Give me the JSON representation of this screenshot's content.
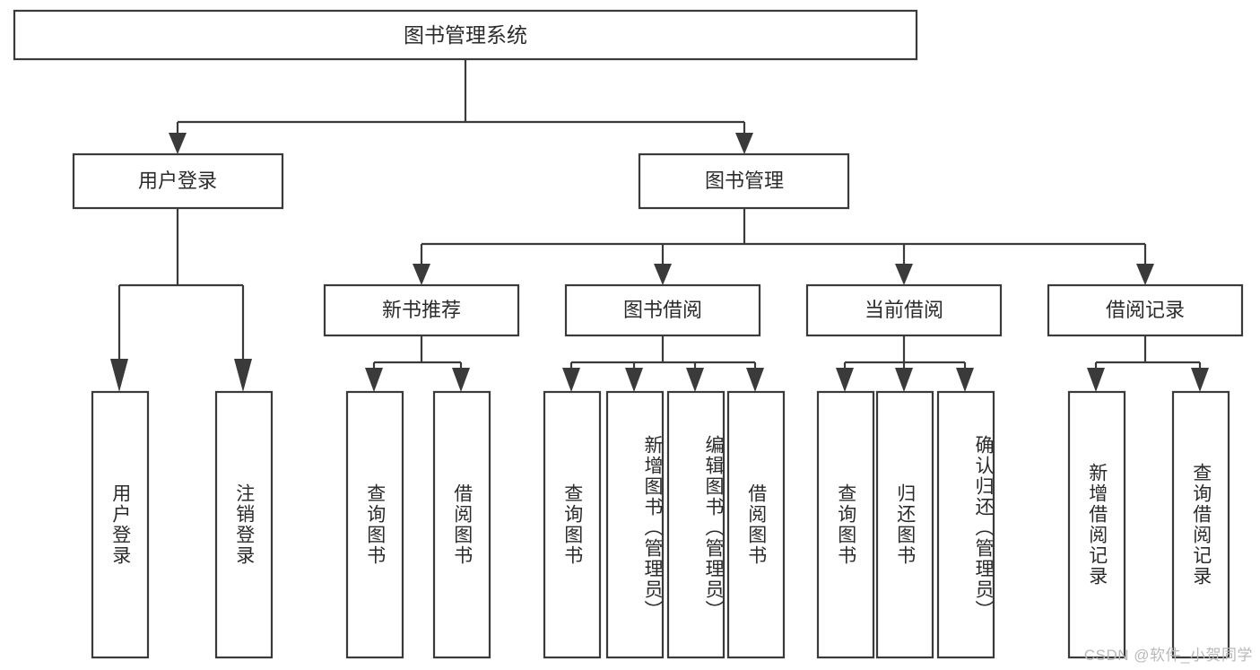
{
  "diagram": {
    "type": "tree",
    "title": "图书管理系统",
    "watermark": "CSDN @软件_小贺同学",
    "colors": {
      "stroke": "#3a3a3a",
      "box_fill": "#ffffff",
      "text": "#2b2b2b",
      "background": "#ffffff",
      "watermark": "#b9b9b9"
    },
    "root": {
      "id": "root",
      "label": "图书管理系统"
    },
    "level2": [
      {
        "id": "user-login",
        "label": "用户登录"
      },
      {
        "id": "book-management",
        "label": "图书管理"
      }
    ],
    "level3": [
      {
        "id": "new-book-recommend",
        "label": "新书推荐",
        "parent": "book-management"
      },
      {
        "id": "book-borrow",
        "label": "图书借阅",
        "parent": "book-management"
      },
      {
        "id": "current-borrow",
        "label": "当前借阅",
        "parent": "book-management"
      },
      {
        "id": "borrow-record",
        "label": "借阅记录",
        "parent": "book-management"
      }
    ],
    "leaves": [
      {
        "id": "leaf-user-login",
        "label": "用户登录",
        "parent": "user-login"
      },
      {
        "id": "leaf-user-logout",
        "label": "注销登录",
        "parent": "user-login"
      },
      {
        "id": "leaf-query-book-1",
        "label": "查询图书",
        "parent": "new-book-recommend"
      },
      {
        "id": "leaf-borrow-book-1",
        "label": "借阅图书",
        "parent": "new-book-recommend"
      },
      {
        "id": "leaf-query-book-2",
        "label": "查询图书",
        "parent": "book-borrow"
      },
      {
        "id": "leaf-add-book",
        "label": "新增图书（管理员）",
        "parent": "book-borrow"
      },
      {
        "id": "leaf-edit-book",
        "label": "编辑图书（管理员）",
        "parent": "book-borrow"
      },
      {
        "id": "leaf-borrow-book-2",
        "label": "借阅图书",
        "parent": "book-borrow"
      },
      {
        "id": "leaf-query-book-3",
        "label": "查询图书",
        "parent": "current-borrow"
      },
      {
        "id": "leaf-return-book",
        "label": "归还图书",
        "parent": "current-borrow"
      },
      {
        "id": "leaf-confirm-return",
        "label": "确认归还（管理员）",
        "parent": "current-borrow"
      },
      {
        "id": "leaf-add-record",
        "label": "新增借阅记录",
        "parent": "borrow-record"
      },
      {
        "id": "leaf-query-record",
        "label": "查询借阅记录",
        "parent": "borrow-record"
      }
    ]
  }
}
